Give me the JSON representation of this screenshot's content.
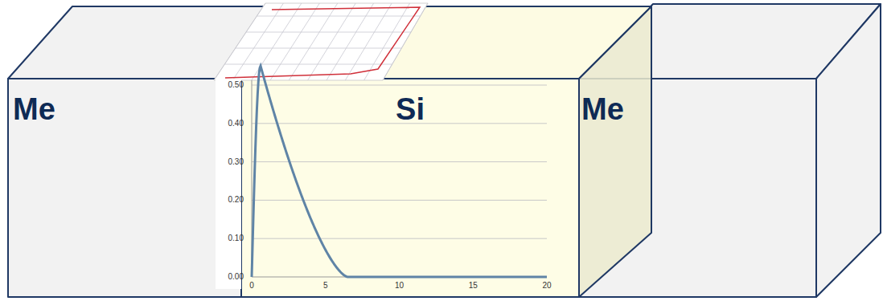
{
  "diagram": {
    "nodes": [
      {
        "text": [
          "Me"
        ]
      },
      {
        "text": [
          "Si"
        ]
      },
      {
        "text": [
          "Me"
        ]
      }
    ],
    "labels": [
      "0.00",
      "0.10",
      "0.20",
      "0.30",
      "0.40",
      "0.50",
      "0",
      "5",
      "10",
      "15",
      "20"
    ]
  }
}
